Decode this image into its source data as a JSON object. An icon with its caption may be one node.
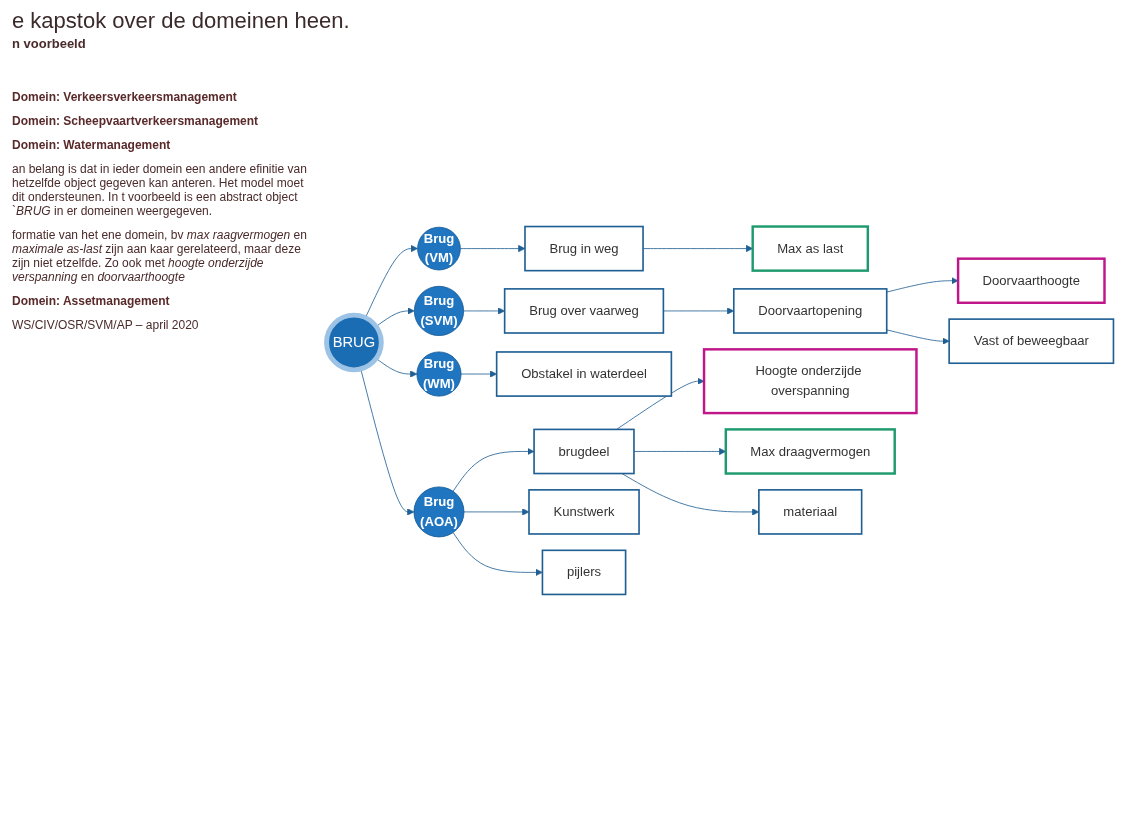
{
  "diagram": {
    "title": "e kapstok over de domeinen heen.",
    "nodes": [
      {
        "text": [
          "BRUG"
        ]
      },
      {
        "text": [
          "Brug",
          "(VM)"
        ]
      },
      {
        "text": [
          "Brug",
          "(SVM)"
        ]
      },
      {
        "text": [
          "Brug",
          "(WM)"
        ]
      },
      {
        "text": [
          "Brug",
          "(AOA)"
        ]
      },
      {
        "text": [
          "Brug in weg"
        ]
      },
      {
        "text": [
          "Max as last"
        ]
      },
      {
        "text": [
          "Brug over vaarweg"
        ]
      },
      {
        "text": [
          "Doorvaartopening"
        ]
      },
      {
        "text": [
          "Doorvaarthoogte"
        ]
      },
      {
        "text": [
          "Vast of beweegbaar"
        ]
      },
      {
        "text": [
          "Obstakel in waterdeel"
        ]
      },
      {
        "text": [
          "brugdeel"
        ]
      },
      {
        "text": [
          "Kunstwerk"
        ]
      },
      {
        "text": [
          "pijlers"
        ]
      },
      {
        "text": [
          "Hoogte onderzijde overspanning"
        ]
      },
      {
        "text": [
          "Max draagvermogen"
        ]
      },
      {
        "text": [
          "materiaal"
        ]
      }
    ],
    "edges": [
      {
        "from": 0,
        "to": 1,
        "arrow": "to"
      },
      {
        "from": 0,
        "to": 2,
        "arrow": "to"
      },
      {
        "from": 0,
        "to": 3,
        "arrow": "to"
      },
      {
        "from": 0,
        "to": 4,
        "arrow": "to"
      },
      {
        "from": 1,
        "to": 5,
        "arrow": "to"
      },
      {
        "from": 5,
        "to": 6,
        "arrow": "to"
      },
      {
        "from": 2,
        "to": 7,
        "arrow": "to"
      },
      {
        "from": 7,
        "to": 8,
        "arrow": "to"
      },
      {
        "from": 8,
        "to": 9,
        "arrow": "to"
      },
      {
        "from": 8,
        "to": 10,
        "arrow": "to"
      },
      {
        "from": 3,
        "to": 11,
        "arrow": "to"
      },
      {
        "from": 4,
        "to": 12,
        "arrow": "to"
      },
      {
        "from": 4,
        "to": 13,
        "arrow": "to"
      },
      {
        "from": 4,
        "to": 14,
        "arrow": "to"
      },
      {
        "from": 12,
        "to": 15,
        "arrow": "to"
      },
      {
        "from": 12,
        "to": 16,
        "arrow": "to"
      },
      {
        "from": 12,
        "to": 17,
        "arrow": "to"
      }
    ],
    "labels": [
      "n voorbeeld",
      "Domein: Verkeersverkeersmanagement",
      "Domein: Scheepvaartverkeersmanagement",
      "Domein: Watermanagement",
      "an belang is dat in ieder domein een andere efinitie van hetzelfde object gegeven kan anteren. Het model moet dit ondersteunen. In t voorbeeld is een abstract object `*BRUG* in er domeinen weergegeven.",
      "formatie van het ene domein, bv *max raagvermogen* en *maximale as-last* zijn aan kaar gerelateerd, maar deze zijn niet etzelfde. Zo ook met *hoogte onderzijde verspanning* en *doorvaarthoogte*",
      "Domein: Assetmanagement",
      "WS/CIV/OSR/SVM/AP – april 2020"
    ]
  }
}
